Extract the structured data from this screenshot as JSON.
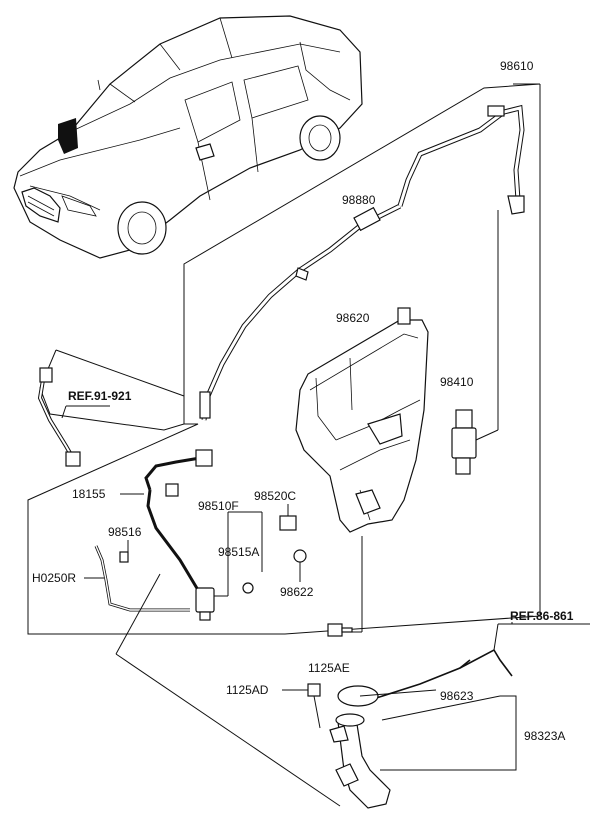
{
  "diagram": {
    "labels": {
      "p98610": "98610",
      "p98880": "98880",
      "p98620": "98620",
      "p98410": "98410",
      "ref91": "REF.91-921",
      "p18155": "18155",
      "p98510F": "98510F",
      "p98520C": "98520C",
      "p98516": "98516",
      "p98515A": "98515A",
      "pH0250R": "H0250R",
      "p98622": "98622",
      "ref86": "REF.86-861",
      "p1125AE": "1125AE",
      "p1125AD": "1125AD",
      "p98623": "98623",
      "p98323A": "98323A"
    }
  }
}
